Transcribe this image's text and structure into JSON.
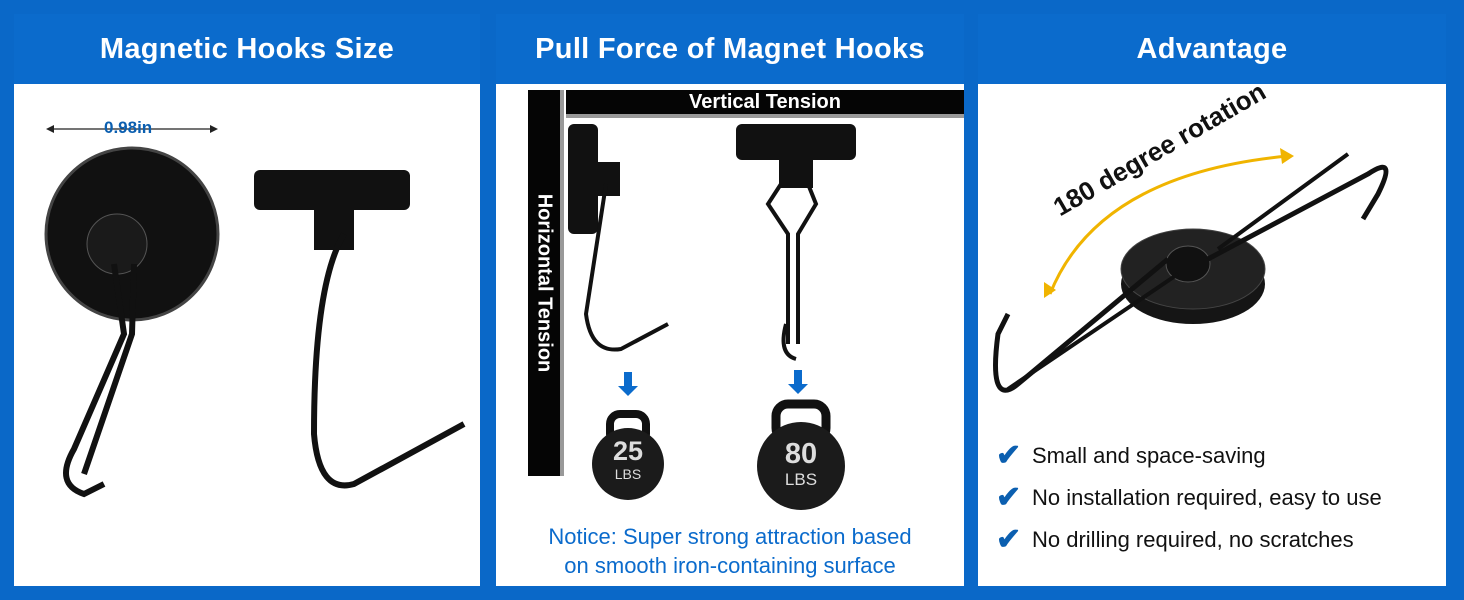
{
  "panels": [
    {
      "title": "Magnetic Hooks Size",
      "dimension": "0.98in"
    },
    {
      "title": "Pull Force of Magnet Hooks",
      "vertical_label": "Vertical Tension",
      "horizontal_label": "Horizontal Tension",
      "weights": [
        {
          "value": "25",
          "unit": "LBS"
        },
        {
          "value": "80",
          "unit": "LBS"
        }
      ],
      "notice_line1": "Notice: Super strong attraction based",
      "notice_line2": "on smooth iron-containing surface"
    },
    {
      "title": "Advantage",
      "rotation_label": "180 degree rotation",
      "features": [
        "Small and space-saving",
        "No installation required, easy to use",
        "No drilling required, no scratches"
      ]
    }
  ],
  "colors": {
    "brand_blue": "#0b6bcc",
    "arrow_yellow": "#f0b400",
    "check_blue": "#0b5fb0"
  }
}
